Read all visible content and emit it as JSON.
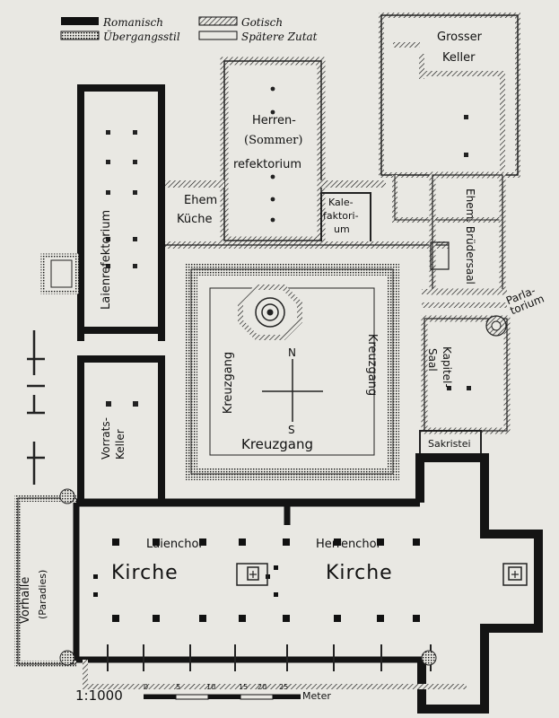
{
  "legend": {
    "romanisch": "Romanisch",
    "gotisch": "Gotisch",
    "uebergang": "Übergangsstil",
    "spaeter": "Spätere Zutat"
  },
  "rooms": {
    "grosser": "Grosser",
    "keller": "Keller",
    "herren": "Herren-",
    "sommer": "(Sommer)",
    "refektorium": "refektorium",
    "ehem": "Ehem",
    "kueche": "Küche",
    "kale": "Kale-",
    "faktori": "faktori-",
    "um": "um",
    "bruedersaal": "Ehem. Brüdersaal",
    "laienrefektorium": "Laienrefektorium",
    "parlatorium": "Parla-torium",
    "kapitel": "Kapitel-",
    "saal": "Saal",
    "sakristei": "Sakristei",
    "kreuzgang": "Kreuzgang",
    "vorrats": "Vorrats-",
    "vkeller": "Keller",
    "laienchor": "Laienchor",
    "herrenchor": "Herrenchor",
    "kirche": "Kirche",
    "vorhalle": "Vorhalle",
    "paradies": "(Paradies)"
  },
  "compass": {
    "n": "N",
    "s": "S"
  },
  "scale": {
    "ratio": "1:1000",
    "ticks": [
      "0",
      "5",
      "10",
      "15",
      "20",
      "25"
    ],
    "unit": "Meter"
  }
}
